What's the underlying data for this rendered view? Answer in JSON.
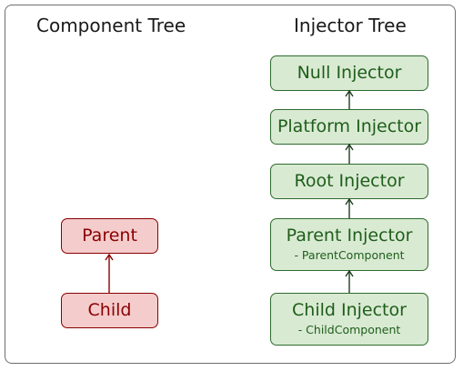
{
  "titles": {
    "component_tree": "Component Tree",
    "injector_tree": "Injector Tree"
  },
  "component_tree": {
    "parent": "Parent",
    "child": "Child"
  },
  "injector_tree": {
    "null_injector": "Null Injector",
    "platform_injector": "Platform Injector",
    "root_injector": "Root Injector",
    "parent_injector": {
      "label": "Parent Injector",
      "sub": "- ParentComponent"
    },
    "child_injector": {
      "label": "Child Injector",
      "sub": "- ChildComponent"
    }
  },
  "colors": {
    "component_fill": "#f4cccc",
    "component_stroke": "#8b0000",
    "injector_fill": "#d9ead3",
    "injector_stroke": "#2e6b2e"
  }
}
